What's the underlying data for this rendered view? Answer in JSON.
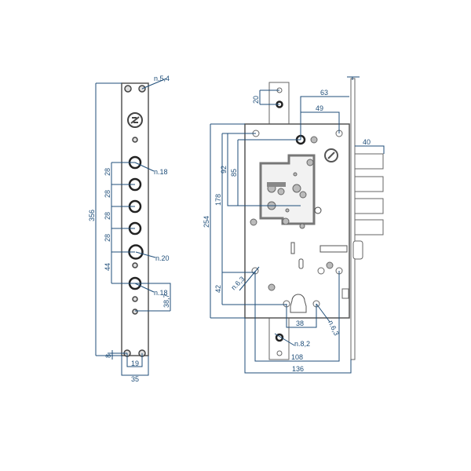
{
  "faceplate": {
    "d_top": "n.5,4",
    "length": "356",
    "pitch": [
      "28",
      "28",
      "28",
      "28"
    ],
    "gap": "44",
    "d18a": "n.18",
    "d20": "n.20",
    "d18b": "n.18",
    "offset": "38,7",
    "bottom": "8",
    "screw_span": "19",
    "width": "35"
  },
  "lock_body": {
    "strike_pitch": "20",
    "d63": "63",
    "d49": "49",
    "bolt_throw": "40",
    "height": "254",
    "d178": "178",
    "d92": "92",
    "d85": "85",
    "d42": "42",
    "d_hole_left": "n.6,3",
    "d_hole_right": "n.6,3",
    "d38": "38",
    "d_strike": "n.8,2",
    "d108": "108",
    "d136": "136"
  },
  "colors": {
    "dimension": "#1f4e79",
    "outline": "#555555"
  }
}
